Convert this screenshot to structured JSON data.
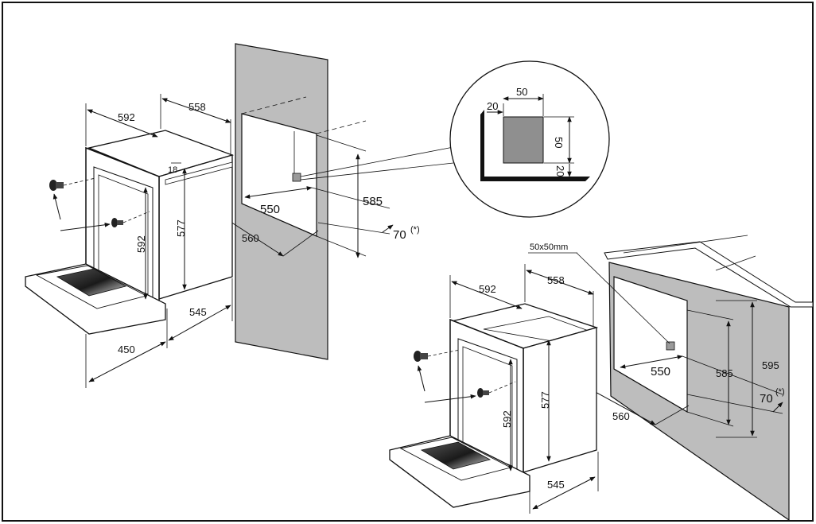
{
  "colors": {
    "frame": "#111111",
    "wall": "#bdbdbd",
    "vent": "#8f8f8f",
    "window_dark": "#2a2a2a",
    "line": "#1a1a1a"
  },
  "icons": {
    "screw": "screw-icon",
    "arrow": "arrow-icon"
  },
  "oven_left": {
    "width": "592",
    "depth": "558",
    "top_gap": "18",
    "height": "577",
    "inner_height": "592",
    "door_open": "450",
    "body_depth": "545"
  },
  "niche_left": {
    "width_front": "560",
    "width_inner": "550",
    "height": "585",
    "back_gap": "70",
    "back_gap_note": "(*)"
  },
  "vent_detail": {
    "edge_h": "20",
    "size_h": "50",
    "size_v": "50",
    "edge_v": "20"
  },
  "oven_right": {
    "width": "592",
    "depth": "558",
    "height": "577",
    "inner_height": "592",
    "body_depth": "545"
  },
  "niche_right": {
    "vent_label": "50x50mm",
    "width_inner": "550",
    "height_inner": "585",
    "height_outer": "595",
    "back_gap": "70",
    "back_gap_note": "(*)",
    "width_front": "560"
  }
}
